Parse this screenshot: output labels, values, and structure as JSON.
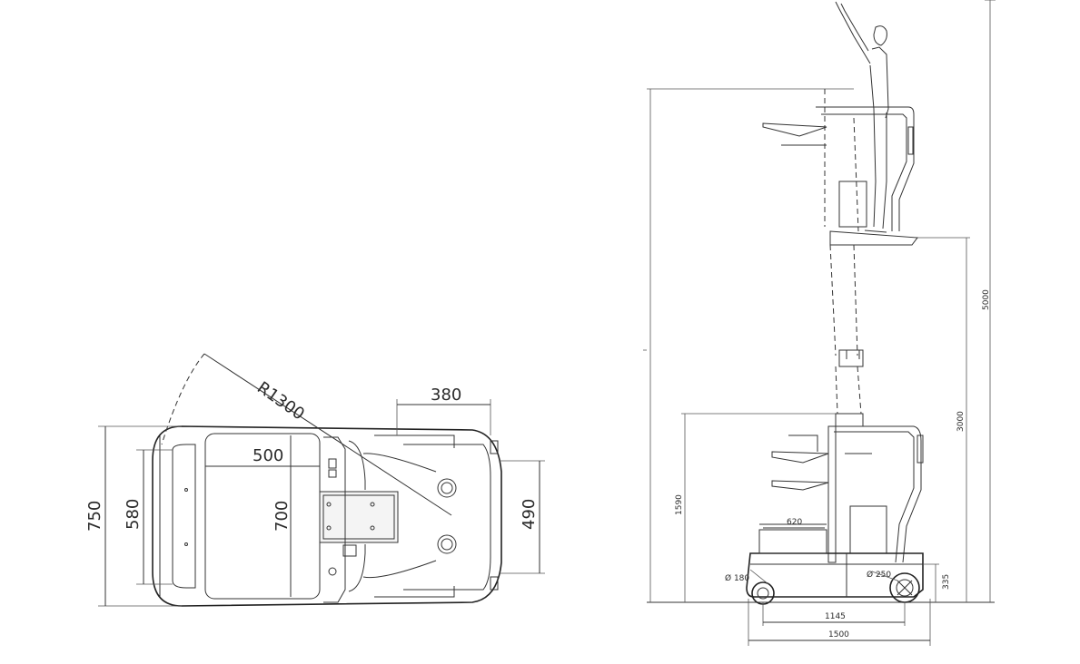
{
  "top_view": {
    "radius": "R1300",
    "dim_380": "380",
    "dim_500": "500",
    "dim_750": "750",
    "dim_580": "580",
    "dim_700": "700",
    "dim_490": "490"
  },
  "side_view": {
    "dim_5000": "5000",
    "dim_3000": "3000",
    "dim_1590": "1590",
    "dim_620": "620",
    "dim_180": "Ø 180",
    "dim_250": "Ø 250",
    "dim_335": "335",
    "dim_1145": "1145",
    "dim_1500": "1500"
  }
}
